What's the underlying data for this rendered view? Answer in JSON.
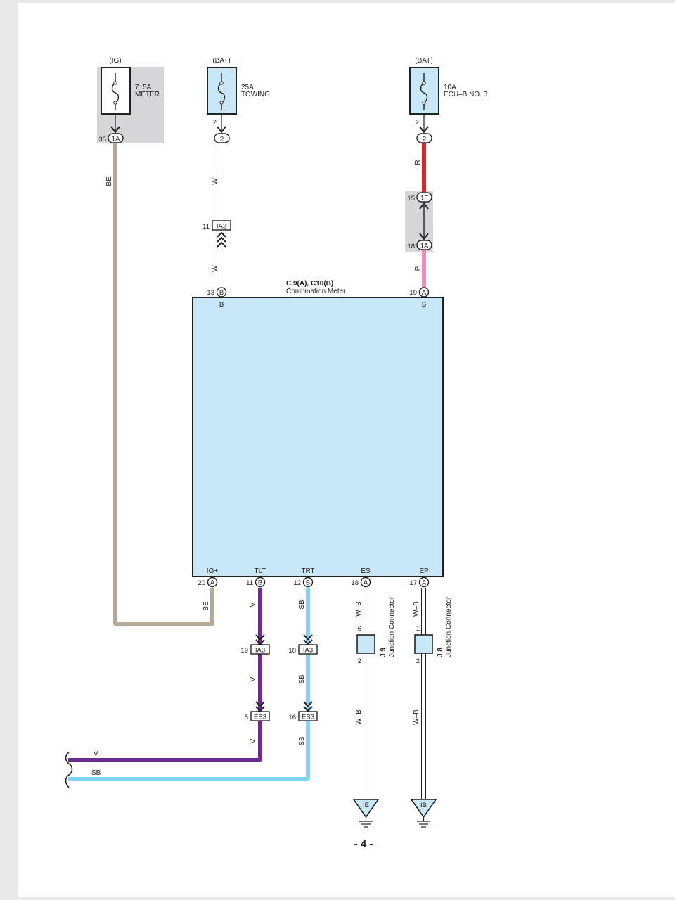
{
  "fuses": [
    {
      "source": "(IG)",
      "rating": "7. 5A",
      "name": "METER",
      "pin": "",
      "connector_pin": "35",
      "connector": "1A"
    },
    {
      "source": "(BAT)",
      "rating": "25A",
      "name": "TOWING",
      "pin": "2",
      "connector": "2"
    },
    {
      "source": "(BAT)",
      "rating": "10A",
      "name": "ECU–B NO. 3",
      "pin": "2",
      "connector": "2"
    }
  ],
  "wire_colors": {
    "be": "BE",
    "w": "W",
    "r": "R",
    "p": "P",
    "v": "V",
    "sb": "SB",
    "wb": "W–B"
  },
  "inline": {
    "ia2_pin": "11",
    "ia2": "IA2",
    "f1_pin": "15",
    "f1": "1F",
    "a1_pin": "18",
    "a1": "1A",
    "ia3_v_pin": "19",
    "ia3_sb_pin": "18",
    "ia3": "IA3",
    "eb3_v_pin": "5",
    "eb3_sb_pin": "16",
    "eb3": "EB3"
  },
  "meter": {
    "id": "C 9(A), C10(B)",
    "name": "Combination Meter",
    "top_left_pin": "13",
    "top_left_conn": "B",
    "top_left_label": "B",
    "top_right_pin": "19",
    "top_right_conn": "A",
    "top_right_label": "B",
    "bottom": [
      {
        "term": "IG+",
        "pin": "20",
        "conn": "A"
      },
      {
        "term": "TLT",
        "pin": "11",
        "conn": "B"
      },
      {
        "term": "TRT",
        "pin": "12",
        "conn": "B"
      },
      {
        "term": "ES",
        "pin": "18",
        "conn": "A"
      },
      {
        "term": "EP",
        "pin": "17",
        "conn": "A"
      }
    ]
  },
  "junctions": [
    {
      "id": "J 9",
      "name": "Junction Connector",
      "top_pin": "6",
      "bottom_pin": "2"
    },
    {
      "id": "J 8",
      "name": "Junction Connector",
      "top_pin": "1",
      "bottom_pin": "2"
    }
  ],
  "grounds": [
    "IE",
    "IB"
  ],
  "outputs": [
    "V",
    "SB"
  ],
  "page_number": "- 4 -",
  "colors": {
    "be_wire": "#b5a896",
    "red_wire": "#e0262a",
    "pink_wire": "#ee8cbf",
    "violet_wire": "#6d2b8f",
    "sb_wire": "#86d3f0",
    "component_fill": "#c9e8f7",
    "highlight": "#d6d6d8"
  }
}
